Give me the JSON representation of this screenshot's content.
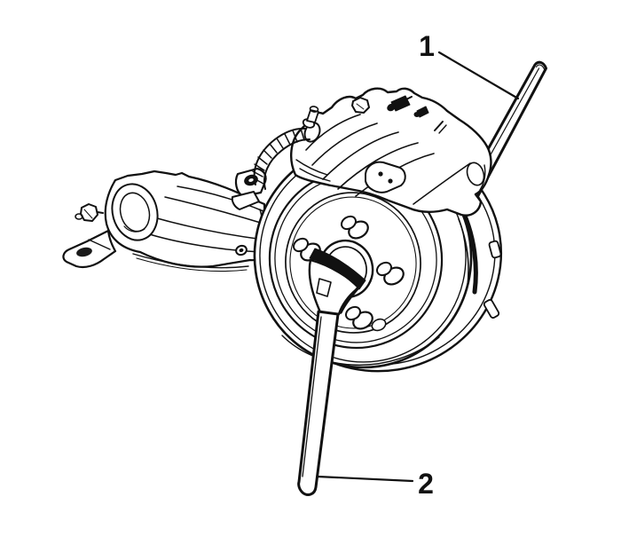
{
  "figure": {
    "kind": "technical-illustration",
    "background_color": "#ffffff",
    "line_color": "#111111",
    "parts": [
      "trailing-arm",
      "backing-plate",
      "brake-drum",
      "wheel-studs",
      "hub-bore",
      "brake-caliper",
      "brake-hose",
      "pry-bar-upper",
      "pry-bar-lower"
    ],
    "callouts": [
      {
        "label": "1"
      },
      {
        "label": "2"
      }
    ]
  }
}
